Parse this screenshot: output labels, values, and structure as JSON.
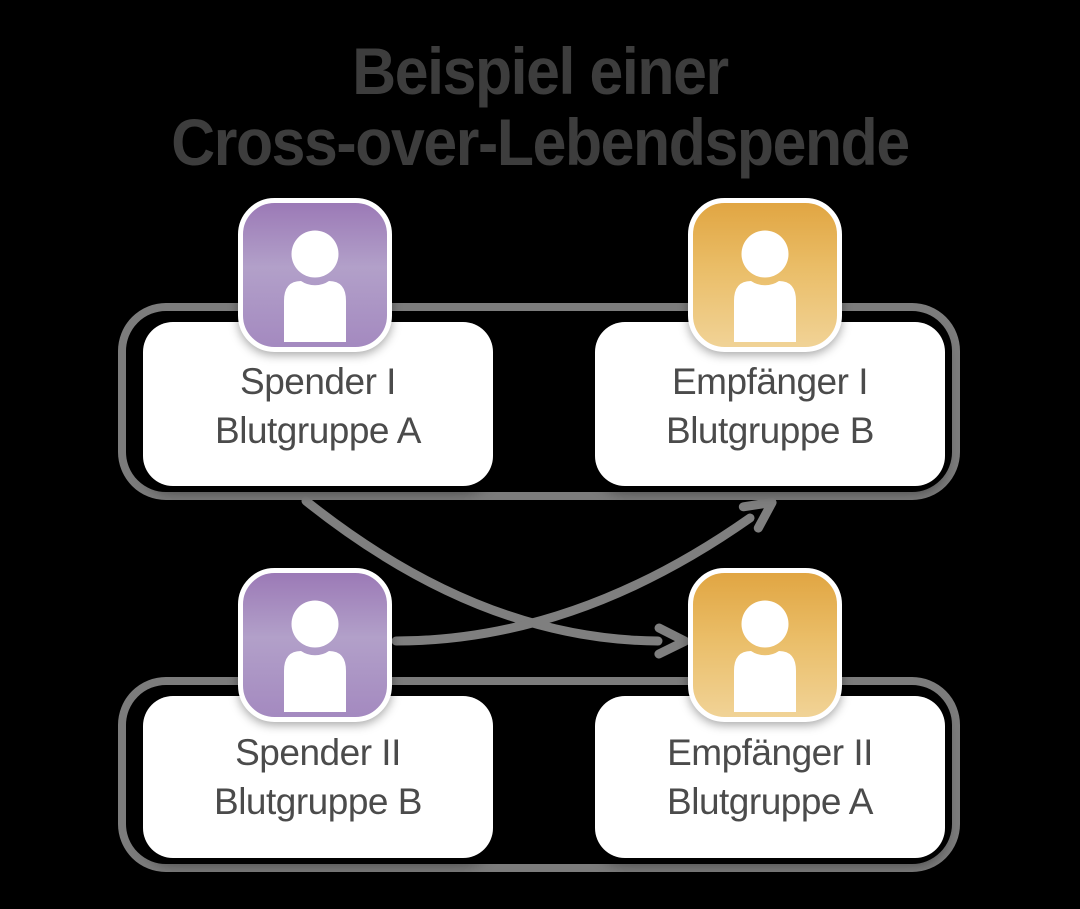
{
  "title": {
    "line1": "Beispiel einer",
    "line2": "Cross-over-Lebendspende"
  },
  "groups": [
    {
      "name": "pair-1",
      "nodes": [
        {
          "name": "Spender I",
          "blood_group": "Blutgruppe A",
          "icon": "person-icon",
          "icon_color_key": "purple"
        },
        {
          "name": "Empfänger I",
          "blood_group": "Blutgruppe B",
          "icon": "person-icon",
          "icon_color_key": "gold"
        }
      ]
    },
    {
      "name": "pair-2",
      "nodes": [
        {
          "name": "Spender II",
          "blood_group": "Blutgruppe B",
          "icon": "person-icon",
          "icon_color_key": "purple"
        },
        {
          "name": "Empfänger II",
          "blood_group": "Blutgruppe A",
          "icon": "person-icon",
          "icon_color_key": "gold"
        }
      ]
    }
  ],
  "arrows": [
    {
      "from": "Spender I",
      "to": "Empfänger II"
    },
    {
      "from": "Spender II",
      "to": "Empfänger I"
    }
  ],
  "colors": {
    "background": "#000000",
    "outline_gray": "#7c7c7c",
    "arrow_gray": "#7f7f7f",
    "title_text": "#3d3d3d",
    "label_text": "#4b4b4b",
    "box_fill": "#ffffff",
    "purple_top": "#9a77b5",
    "purple_mid": "#b2a0c9",
    "purple_bottom": "#a388bf",
    "gold_top": "#e0a440",
    "gold_mid": "#eabd67",
    "gold_bottom": "#f1d499"
  }
}
